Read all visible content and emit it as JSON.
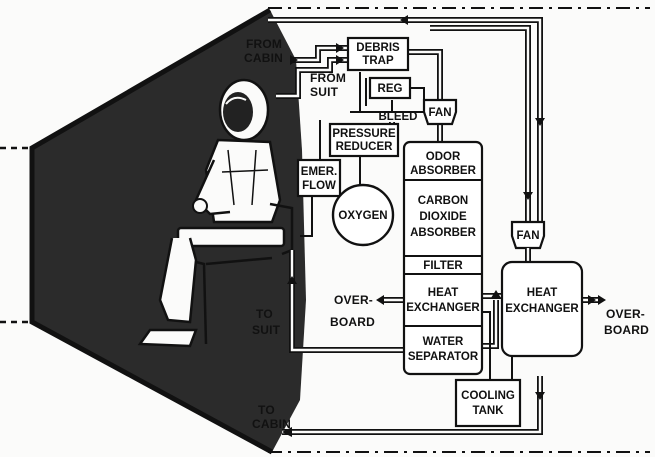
{
  "labels": {
    "from_cabin": [
      "FROM",
      "CABIN"
    ],
    "from_suit": [
      "FROM",
      "SUIT"
    ],
    "to_suit": [
      "TO",
      "SUIT"
    ],
    "to_cabin": [
      "TO",
      "CABIN"
    ],
    "overboard_left": [
      "OVER-",
      "BOARD"
    ],
    "overboard_right": [
      "OVER-",
      "BOARD"
    ]
  },
  "components": {
    "debris_trap": [
      "DEBRIS",
      "TRAP"
    ],
    "reg": "REG",
    "bleed": "BLEED",
    "fan_top": "FAN",
    "pressure_reducer": [
      "PRESSURE",
      "REDUCER"
    ],
    "emer_flow": [
      "EMER.",
      "FLOW"
    ],
    "oxygen": "OXYGEN",
    "odor_absorber": [
      "ODOR",
      "ABSORBER"
    ],
    "co2_absorber": [
      "CARBON",
      "DIOXIDE",
      "ABSORBER"
    ],
    "filter": "FILTER",
    "heat_exchanger_left": [
      "HEAT",
      "EXCHANGER"
    ],
    "water_separator": [
      "WATER",
      "SEPARATOR"
    ],
    "fan_right": "FAN",
    "heat_exchanger_right": [
      "HEAT",
      "EXCHANGER"
    ],
    "cooling_tank": [
      "COOLING",
      "TANK"
    ]
  },
  "colors": {
    "ink": "#111111",
    "cabin_wall": "#2a2a2a",
    "paper": "#fbfbfa"
  }
}
